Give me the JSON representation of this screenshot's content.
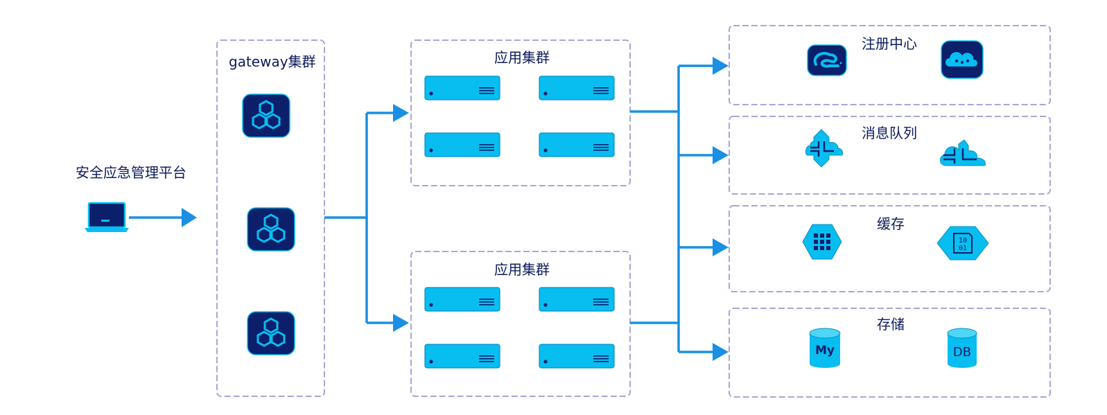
{
  "client": {
    "label": "安全应急管理平台",
    "icon": "laptop-icon"
  },
  "gateway_cluster": {
    "label": "gateway集群",
    "nodes": [
      "gateway-node-icon",
      "gateway-node-icon",
      "gateway-node-icon"
    ]
  },
  "app_clusters": [
    {
      "label": "应用集群",
      "servers": [
        "server-icon",
        "server-icon",
        "server-icon",
        "server-icon"
      ]
    },
    {
      "label": "应用集群",
      "servers": [
        "server-icon",
        "server-icon",
        "server-icon",
        "server-icon"
      ]
    }
  ],
  "services": [
    {
      "label": "注册中心",
      "icons": [
        "nacos-icon",
        "cloud-registry-icon"
      ]
    },
    {
      "label": "消息队列",
      "icons": [
        "message-queue-icon",
        "message-queue-cloud-icon"
      ]
    },
    {
      "label": "缓存",
      "icons": [
        "cache-grid-icon",
        "cache-binary-icon"
      ]
    },
    {
      "label": "存储",
      "icons": [
        "mysql-icon",
        "database-icon"
      ]
    }
  ],
  "colors": {
    "connector": "#1a8fe3",
    "box_border": "#a9a6d6",
    "icon_dark": "#0c1f6b",
    "icon_light": "#08bdf0",
    "text": "#0c1a5c"
  }
}
